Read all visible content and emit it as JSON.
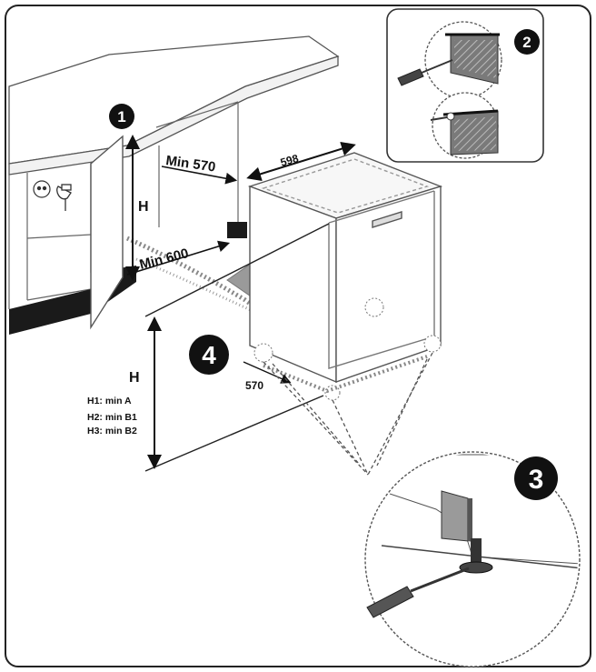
{
  "steps": {
    "s1": "1",
    "s2": "2",
    "s3": "3",
    "s4": "4"
  },
  "labels": {
    "h_upper": "H",
    "h_lower": "H",
    "min_570": "Min 570",
    "min_600": "Min 600",
    "width_598": "598",
    "depth_570": "570",
    "h1": "H1: min A",
    "h2": "H2: min B1",
    "h3": "H3: min B2"
  },
  "icons": [
    "arrow-right-icon",
    "screwdriver-icon",
    "socket-icon",
    "water-tap-icon"
  ]
}
